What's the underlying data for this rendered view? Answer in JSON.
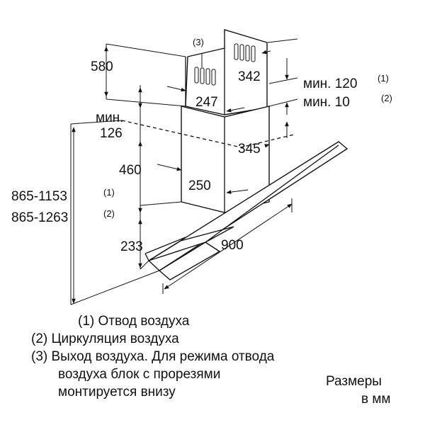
{
  "dimensions": {
    "d580": "580",
    "d342": "342",
    "d247": "247",
    "min126_line1": "мин.",
    "min126_line2": "126",
    "d460": "460",
    "d345": "345",
    "d250": "250",
    "d233": "233",
    "d900": "900",
    "total1": "865-1153",
    "total2": "865-1263",
    "min120": "мин. 120",
    "min10": "мин. 10"
  },
  "markers": {
    "m1": "(1)",
    "m2": "(2)",
    "m3": "(3)"
  },
  "legend": {
    "item1": "(1) Отвод воздуха",
    "item2": "(2) Циркуляция воздуха",
    "item3_line1": "(3) Выход воздуха. Для режима отвода",
    "item3_line2": "воздуха блок с прорезями",
    "item3_line3": "монтируется внизу",
    "units_line1": "Размеры",
    "units_line2": "в мм"
  }
}
